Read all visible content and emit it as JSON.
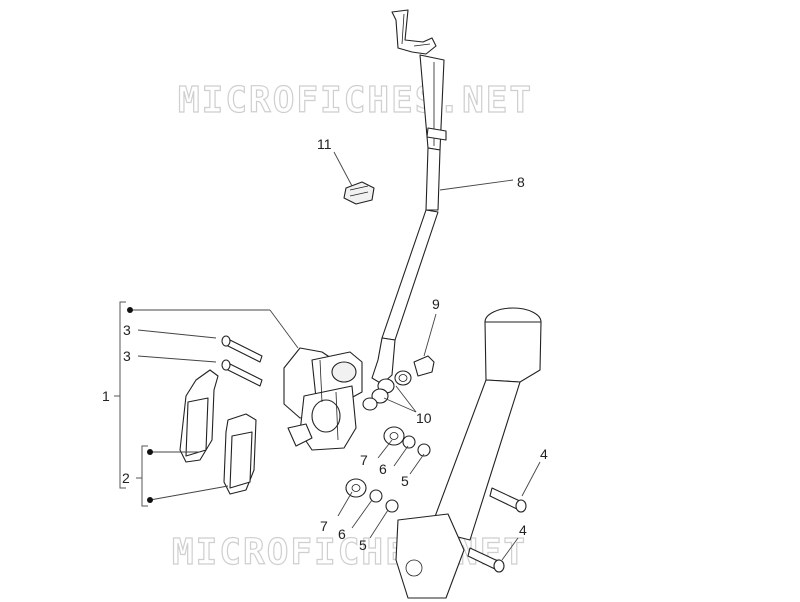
{
  "watermark": {
    "text": "MICROFICHES.NET"
  },
  "callouts": {
    "c1": "1",
    "c2": "2",
    "c3a": "3",
    "c3b": "3",
    "c4a": "4",
    "c4b": "4",
    "c5a": "5",
    "c5b": "5",
    "c6a": "6",
    "c6b": "6",
    "c7a": "7",
    "c7b": "7",
    "c8": "8",
    "c9": "9",
    "c10": "10",
    "c11": "11"
  },
  "colors": {
    "line": "#222222",
    "watermark": "#cfcfcf",
    "background": "#ffffff"
  }
}
